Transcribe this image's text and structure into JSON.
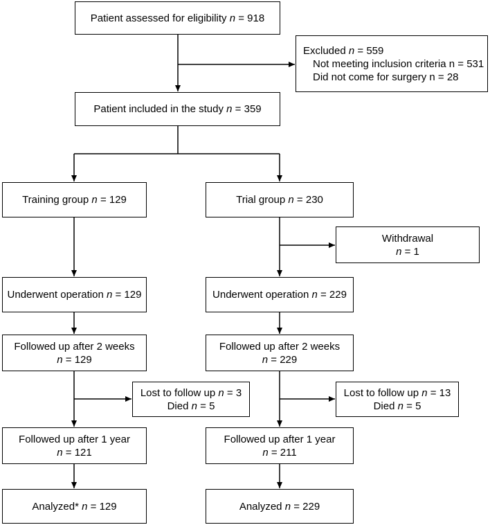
{
  "flowchart": {
    "assessed": {
      "label": "Patient assessed for eligibility",
      "n": "918"
    },
    "excluded": {
      "label": "Excluded",
      "n": "559",
      "reasons": [
        {
          "text": "Not meeting inclusion criteria n = 531"
        },
        {
          "text": "Did not come for surgery n = 28"
        }
      ]
    },
    "included": {
      "label": "Patient included in the study",
      "n": "359"
    },
    "training": {
      "group": {
        "label": "Training group",
        "n": "129"
      },
      "operation": {
        "label": "Underwent operation",
        "n": "129"
      },
      "followup_2w": {
        "label": "Followed up after 2 weeks",
        "n": "129"
      },
      "lost": {
        "lost_label": "Lost to follow up",
        "lost_n": "3",
        "died_label": "Died",
        "died_n": "5"
      },
      "followup_1y": {
        "label": "Followed up after 1 year",
        "n": "121"
      },
      "analyzed": {
        "label": "Analyzed*",
        "n": "129"
      }
    },
    "trial": {
      "group": {
        "label": "Trial group",
        "n": "230"
      },
      "withdrawal": {
        "label": "Withdrawal",
        "n": "1"
      },
      "operation": {
        "label": "Underwent operation",
        "n": "229"
      },
      "followup_2w": {
        "label": "Followed up after 2 weeks",
        "n": "229"
      },
      "lost": {
        "lost_label": "Lost to follow up",
        "lost_n": "13",
        "died_label": "Died",
        "died_n": "5"
      },
      "followup_1y": {
        "label": "Followed up after 1 year",
        "n": "211"
      },
      "analyzed": {
        "label": "Analyzed",
        "n": "229"
      }
    },
    "n_symbol": "n",
    "eq": "="
  }
}
